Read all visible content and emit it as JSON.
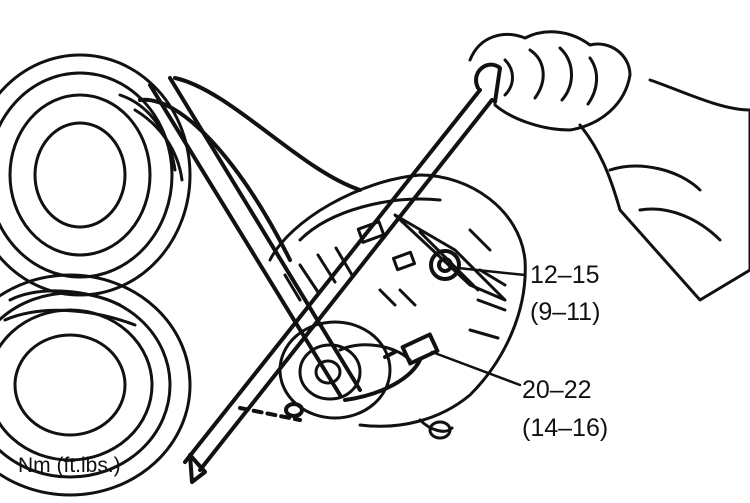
{
  "callouts": {
    "upper": {
      "value": "12–15",
      "value_ftlbs": "(9–11)"
    },
    "lower": {
      "value": "20–22",
      "value_ftlbs": "(14–16)"
    }
  },
  "units_label": "Nm (ft.lbs.)"
}
